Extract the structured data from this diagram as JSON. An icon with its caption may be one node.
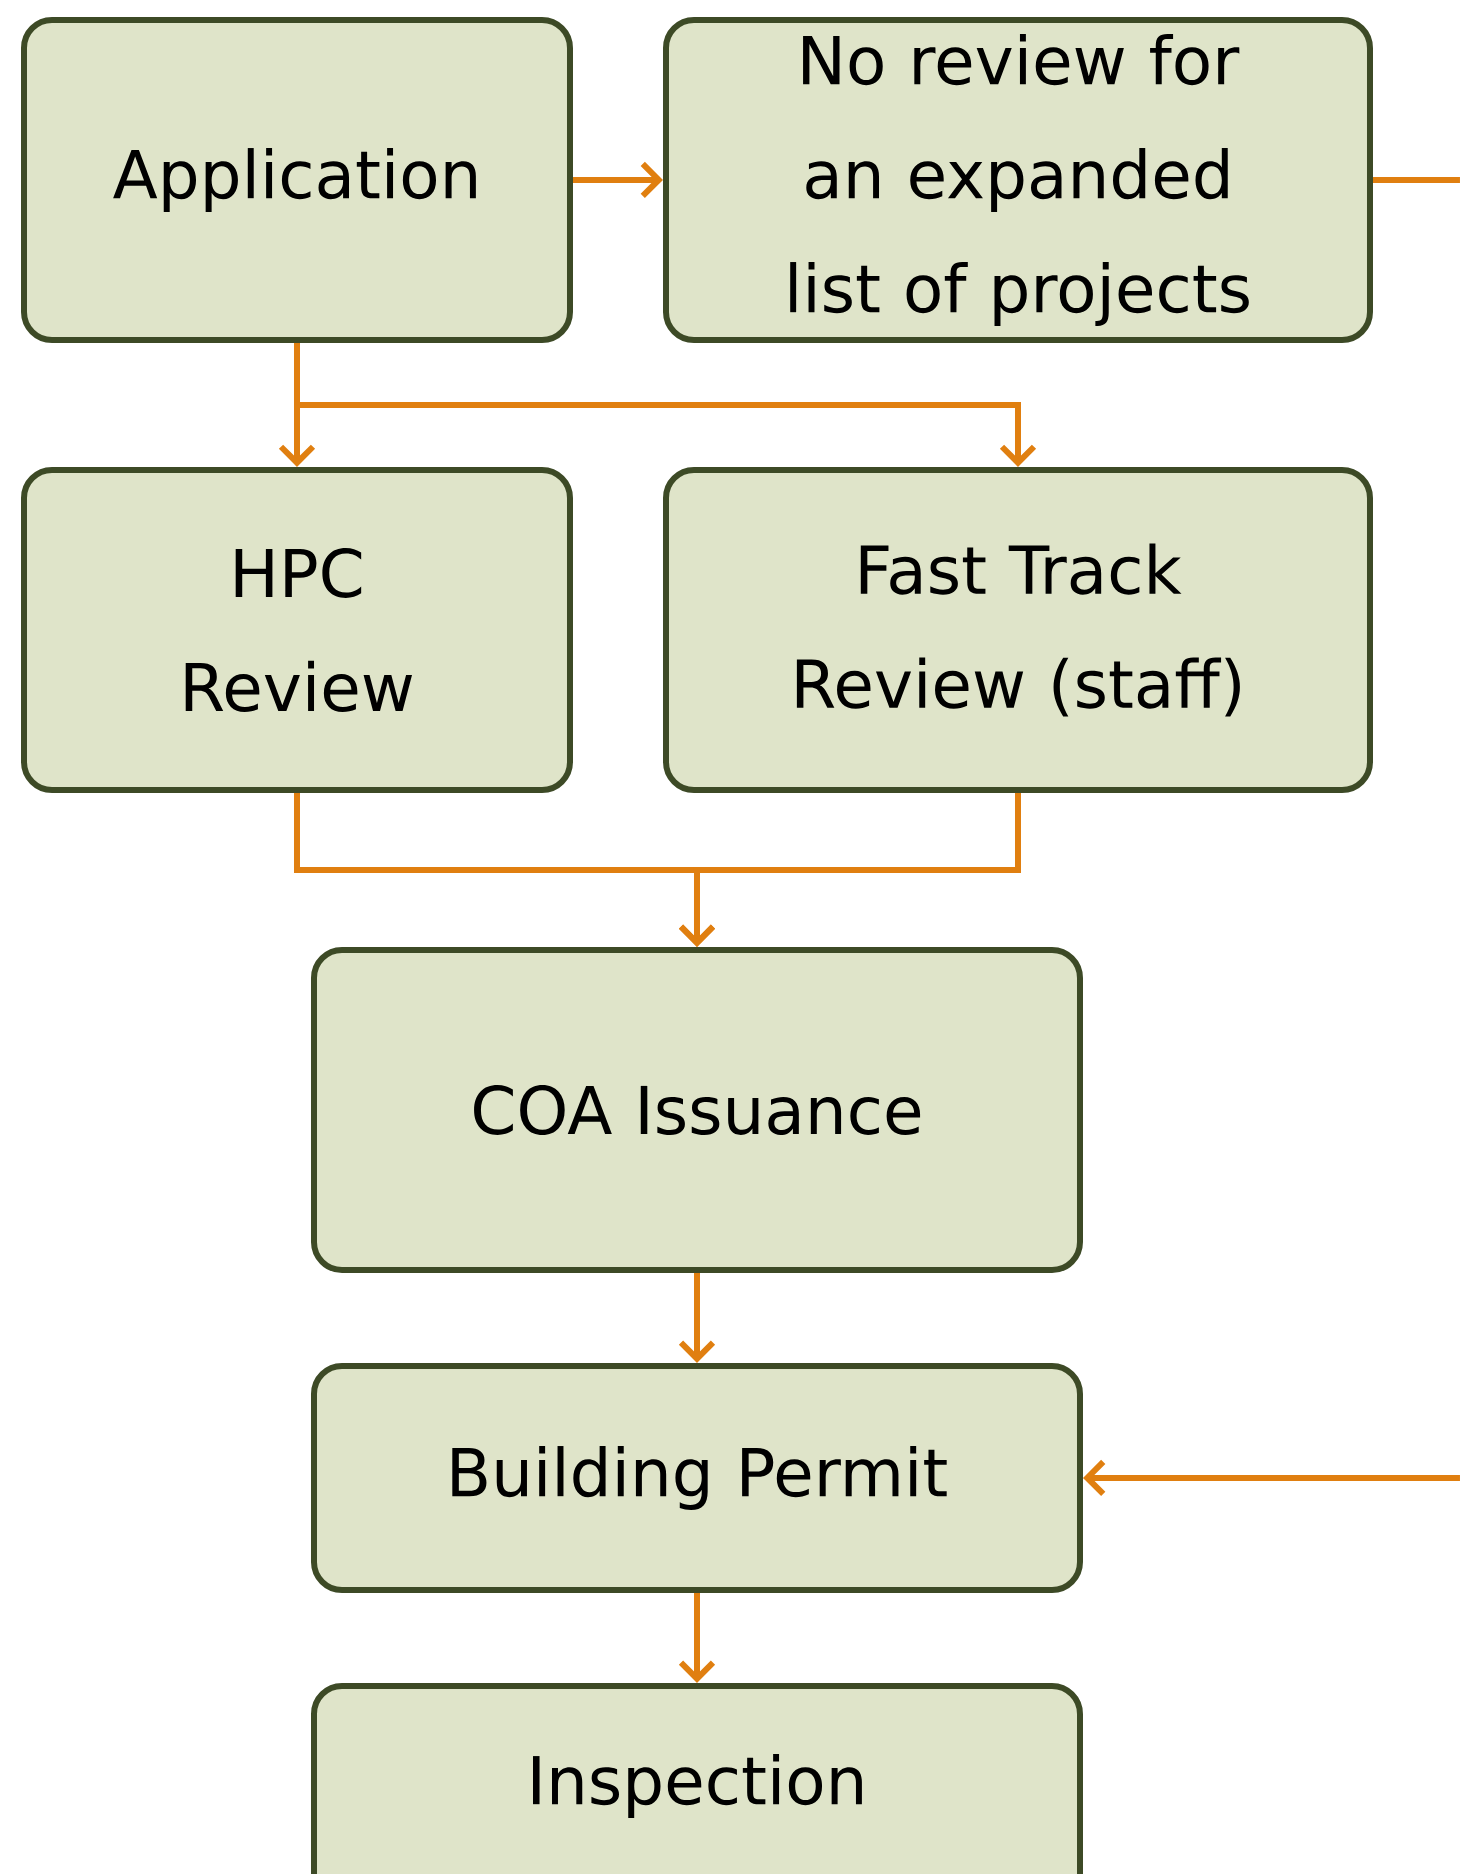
{
  "diagram": {
    "nodes": [
      {
        "text": [
          "Application"
        ]
      },
      {
        "text": [
          "No review for an expanded list of projects"
        ]
      },
      {
        "text": [
          "HPC Review"
        ]
      },
      {
        "text": [
          "Fast Track Review (staff)"
        ]
      },
      {
        "text": [
          "COA Issuance"
        ]
      },
      {
        "text": [
          "Building Permit"
        ]
      },
      {
        "text": [
          "Inspection"
        ]
      }
    ],
    "edges": [
      {
        "from": 0,
        "to": 1,
        "arrow": "to"
      },
      {
        "from": 0,
        "to": 2,
        "arrow": "to"
      },
      {
        "from": 0,
        "to": 3,
        "arrow": "to"
      },
      {
        "from": 2,
        "to": 4,
        "arrow": "to"
      },
      {
        "from": 3,
        "to": 4,
        "arrow": "to"
      },
      {
        "from": 1,
        "to": 5,
        "arrow": "to"
      },
      {
        "from": 4,
        "to": 5,
        "arrow": "to"
      },
      {
        "from": 5,
        "to": 6,
        "arrow": "to"
      }
    ]
  }
}
